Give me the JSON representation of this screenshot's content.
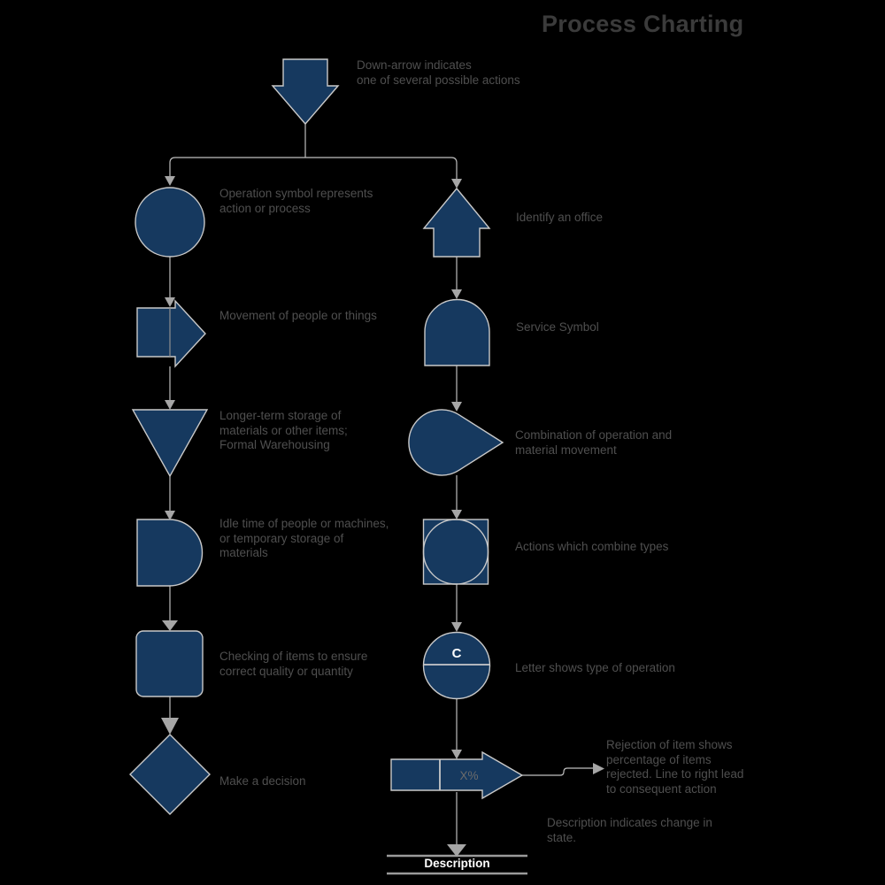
{
  "title": "Process Charting",
  "colors": {
    "background": "#000000",
    "shape_fill": "#16395f",
    "shape_stroke": "#c9c9c9",
    "connector": "#bfbfbf",
    "arrowhead": "#a6a6a6",
    "label_text": "#4f4f4f",
    "title_text": "#3b3b3b",
    "white_text": "#ffffff",
    "xpercent_text": "#6b6b6b"
  },
  "top": {
    "symbol": "down-arrow",
    "label": "Down-arrow indicates\none of several possible actions"
  },
  "left_column": [
    {
      "symbol": "circle",
      "label": "Operation symbol represents\naction or process"
    },
    {
      "symbol": "right-arrow",
      "label": "Movement of people or things"
    },
    {
      "symbol": "triangle-down",
      "label": "Longer-term storage of\nmaterials or other items;\nFormal Warehousing"
    },
    {
      "symbol": "half-circle-d",
      "label": "Idle time of people or machines,\nor temporary storage of\nmaterials"
    },
    {
      "symbol": "rounded-square",
      "label": "Checking of items to ensure\ncorrect quality or quantity"
    },
    {
      "symbol": "diamond",
      "label": "Make a decision"
    }
  ],
  "right_column": [
    {
      "symbol": "up-arrow",
      "label": "Identify an office"
    },
    {
      "symbol": "dome",
      "label": "Service Symbol"
    },
    {
      "symbol": "teardrop",
      "label": "Combination of operation and\nmaterial movement"
    },
    {
      "symbol": "circle-in-square",
      "label": "Actions which combine types"
    },
    {
      "symbol": "circle-with-letter",
      "letter": "C",
      "label": "Letter shows type of operation"
    },
    {
      "symbol": "rejection-arrow",
      "value": "X%",
      "label": "Rejection of item shows\npercentage of items\nrejected. Line to right lead\nto consequent action"
    },
    {
      "symbol": "description-bar",
      "text": "Description",
      "label": "Description indicates change in\nstate."
    }
  ]
}
